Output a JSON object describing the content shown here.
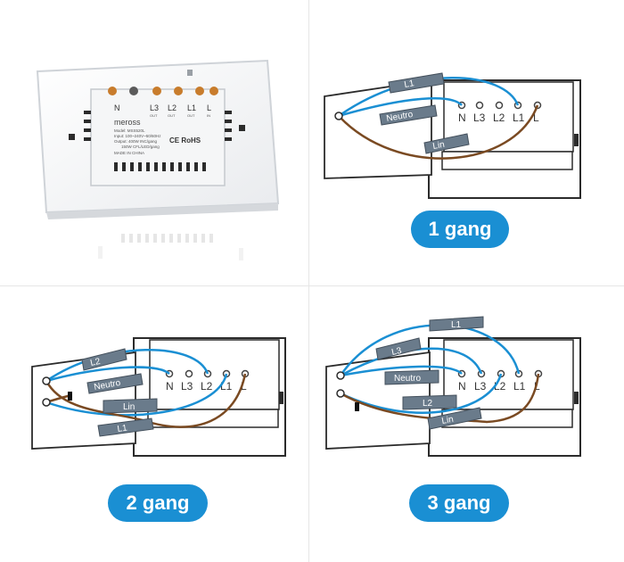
{
  "device": {
    "brand": "meross",
    "model": "Model: MSS520L",
    "input": "Input: 100~240V~50/60Hz",
    "output1": "Output: 400W INC/gang",
    "output2": "150W CFL/LED/gang",
    "made_in": "MADE IN CHINA",
    "certs": "CE RoHS",
    "terminals": [
      "N",
      "L3",
      "L2",
      "L1",
      "L"
    ],
    "terminal_subs": [
      "",
      "OUT",
      "OUT",
      "OUT",
      "IN"
    ]
  },
  "terminals": [
    "N",
    "L3",
    "L2",
    "L1",
    "L"
  ],
  "panel1": {
    "badge": "1 gang",
    "tags": {
      "l1": "L1",
      "neutro": "Neutro",
      "lin": "Lin"
    }
  },
  "panel2": {
    "badge": "2 gang",
    "tags": {
      "l2": "L2",
      "neutro": "Neutro",
      "lin": "Lin",
      "l1": "L1"
    }
  },
  "panel3": {
    "badge": "3 gang",
    "tags": {
      "l1": "L1",
      "l3": "L3",
      "neutro": "Neutro",
      "l2": "L2",
      "lin": "Lin"
    }
  },
  "colors": {
    "blue": "#1a8fd3",
    "brown": "#7a4a22",
    "tag": "#6a7b8b",
    "frame": "#2b2b2b"
  }
}
